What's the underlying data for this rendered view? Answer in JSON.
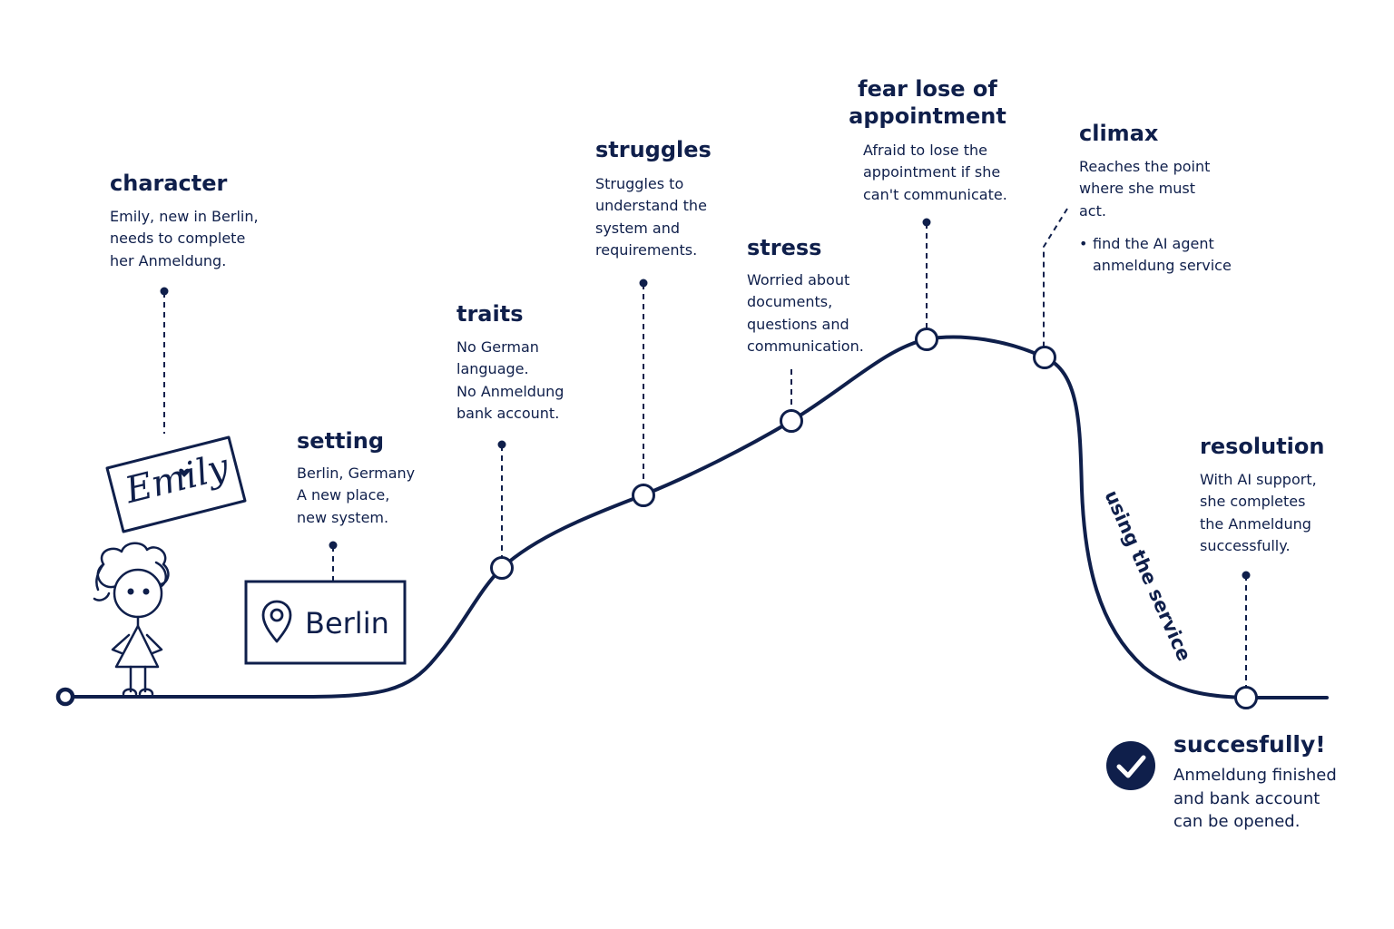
{
  "colors": {
    "ink": "#0f1f4b",
    "background": "#ffffff"
  },
  "stages": [
    {
      "id": "character",
      "title": "character",
      "lines": [
        "Emily, new in Berlin,",
        "needs to complete",
        "her Anmeldung."
      ]
    },
    {
      "id": "setting",
      "title": "setting",
      "lines": [
        "Berlin, Germany",
        "A new place,",
        "new system."
      ]
    },
    {
      "id": "traits",
      "title": "traits",
      "lines": [
        "No German",
        "language.",
        "No Anmeldung",
        "bank account."
      ]
    },
    {
      "id": "struggles",
      "title": "struggles",
      "lines": [
        "Struggles to",
        "understand the",
        "system and",
        "requirements."
      ]
    },
    {
      "id": "stress",
      "title": "stress",
      "lines": [
        "Worried about",
        "documents,",
        "questions and",
        "communication."
      ]
    },
    {
      "id": "fear",
      "title_lines": [
        "fear lose of",
        "appointment"
      ],
      "lines": [
        "Afraid to lose the",
        "appointment if she",
        "can't communicate."
      ]
    },
    {
      "id": "climax",
      "title": "climax",
      "lines": [
        "Reaches the point",
        "where she must",
        "act."
      ],
      "bullet": [
        "find the AI agent",
        "anmeldung service"
      ]
    },
    {
      "id": "resolution",
      "title": "resolution",
      "lines": [
        "With AI support,",
        "she completes",
        "the Anmeldung",
        "successfully."
      ]
    }
  ],
  "signs": {
    "emily": "Emily",
    "berlin": "Berlin"
  },
  "icons": {
    "location": "location-pin-icon",
    "check": "check-circle-icon",
    "character": "stick-figure-icon"
  },
  "curve_label": "using the service",
  "success": {
    "title": "succesfully!",
    "lines": [
      "Anmeldung finished",
      "and bank account",
      "can be opened."
    ]
  }
}
